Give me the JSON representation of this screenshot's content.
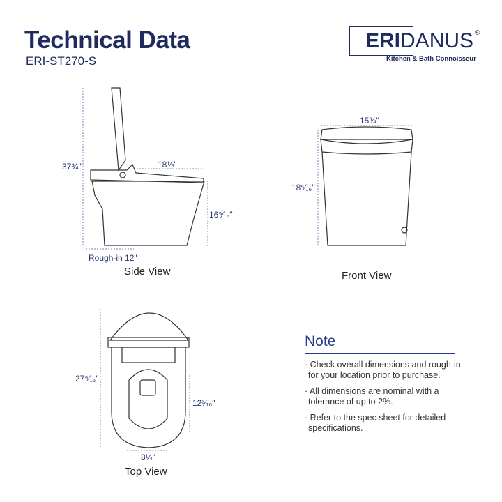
{
  "header": {
    "title": "Technical Data",
    "model": "ERI-ST270-S"
  },
  "logo": {
    "brand_bold": "ERI",
    "brand_light": "DANUS",
    "tagline": "Kitchen & Bath Connoisseur",
    "registered": "®"
  },
  "side_view": {
    "caption": "Side View",
    "height_total": "37¾\"",
    "seat_length": "18⅛\"",
    "bowl_height": "16⁹⁄₁₆\"",
    "rough_in": "Rough-in 12\""
  },
  "front_view": {
    "caption": "Front View",
    "width": "15¾''",
    "height": "18⁵⁄₁₆''"
  },
  "top_view": {
    "caption": "Top View",
    "length": "27⁹⁄₁₆\"",
    "opening_length": "12³⁄₁₆\"",
    "opening_width": "8¼\""
  },
  "note": {
    "title": "Note",
    "items": [
      "· Check overall dimensions and rough-in for your location prior to purchase.",
      "· All dimensions are nominal with a tolerance of up to 2%.",
      "· Refer to the spec sheet for detailed specifications."
    ]
  },
  "colors": {
    "brand": "#1f2a5e",
    "dimension_line": "#7a86b8",
    "outline": "#333333"
  }
}
